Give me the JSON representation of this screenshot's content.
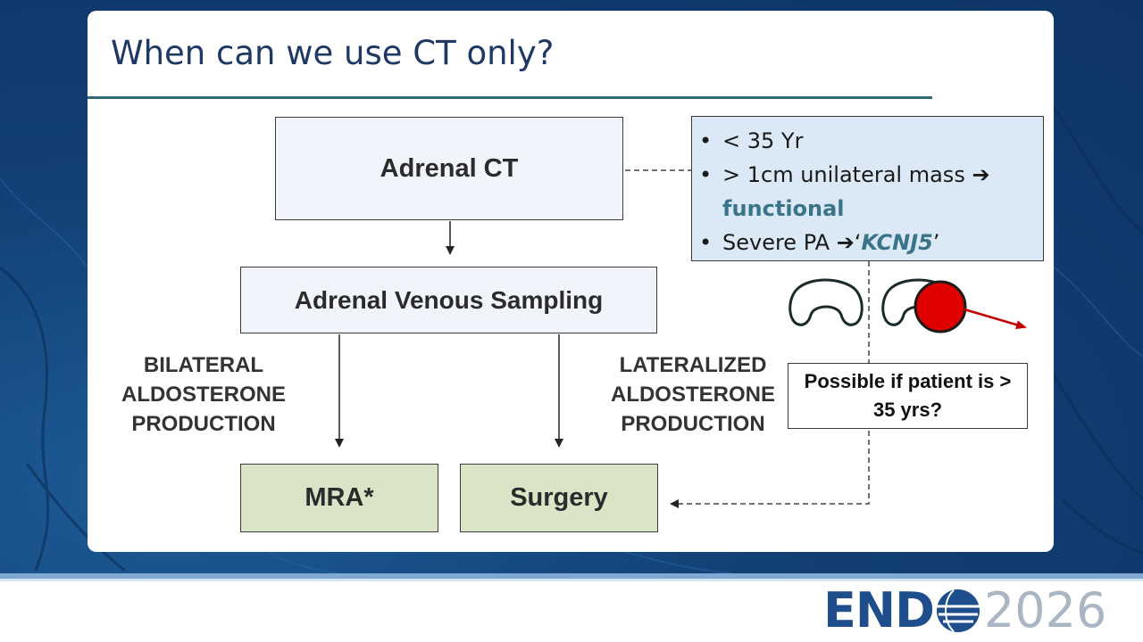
{
  "slide": {
    "title": "When can we use CT only?"
  },
  "flowchart": {
    "adrenal_ct": "Adrenal CT",
    "avs": "Adrenal Venous Sampling",
    "bilateral_label": "BILATERAL ALDOSTERONE PRODUCTION",
    "bilateral_lines": [
      "BILATERAL",
      "ALDOSTERONE",
      "PRODUCTION"
    ],
    "lateralized_label": "LATERALIZED ALDOSTERONE PRODUCTION",
    "lateralized_lines": [
      "LATERALIZED",
      "ALDOSTERONE",
      "PRODUCTION"
    ],
    "mra": "MRA*",
    "surgery": "Surgery"
  },
  "criteria": {
    "bullet": "•",
    "item1": "< 35 Yr",
    "item2_text": "> 1cm unilateral mass ",
    "arrow": "➔",
    "item2_emph": "functional",
    "item3_text": "Severe PA ",
    "item3_quote_open": "‘",
    "item3_gene": "KCNJ5",
    "item3_quote_close": "’"
  },
  "question": {
    "text": "Possible if patient is > 35 yrs?"
  },
  "logo": {
    "brand_left": "END",
    "brand_year": "2026",
    "brand_full": "ENDO2026"
  },
  "colors": {
    "navy_title": "#1f3864",
    "teal_accent": "#3a7489",
    "box_blue": "#f1f5fb",
    "box_green": "#d9e5c6",
    "criteria_fill": "#dbe9f6",
    "tumor_red": "#e00000",
    "logo_blue": "#1f4e8c",
    "logo_grey": "#aab6c4"
  },
  "icons": [
    "normal-adrenal-gland-icon",
    "adrenal-with-tumor-icon",
    "globe-icon"
  ]
}
